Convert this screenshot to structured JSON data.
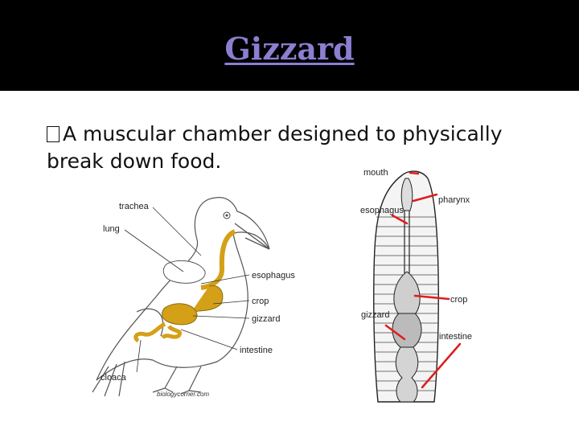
{
  "slide": {
    "title": "Gizzard",
    "bullet_text": "A muscular chamber designed to physically break down food."
  },
  "bird_diagram": {
    "labels": {
      "trachea": "trachea",
      "lung": "lung",
      "esophagus": "esophagus",
      "crop": "crop",
      "gizzard": "gizzard",
      "intestine": "intestine",
      "cloaca": "cloaca"
    },
    "watermark": "biologycorner.com"
  },
  "worm_diagram": {
    "labels": {
      "mouth": "mouth",
      "pharynx": "pharynx",
      "esophagus": "esophagus",
      "crop": "crop",
      "gizzard": "gizzard",
      "intestine": "intestine"
    }
  },
  "colors": {
    "title": "#8a7fd0",
    "header_bg": "#000000",
    "organ_fill": "#d4a017",
    "pointer_red": "#e01c1c"
  }
}
